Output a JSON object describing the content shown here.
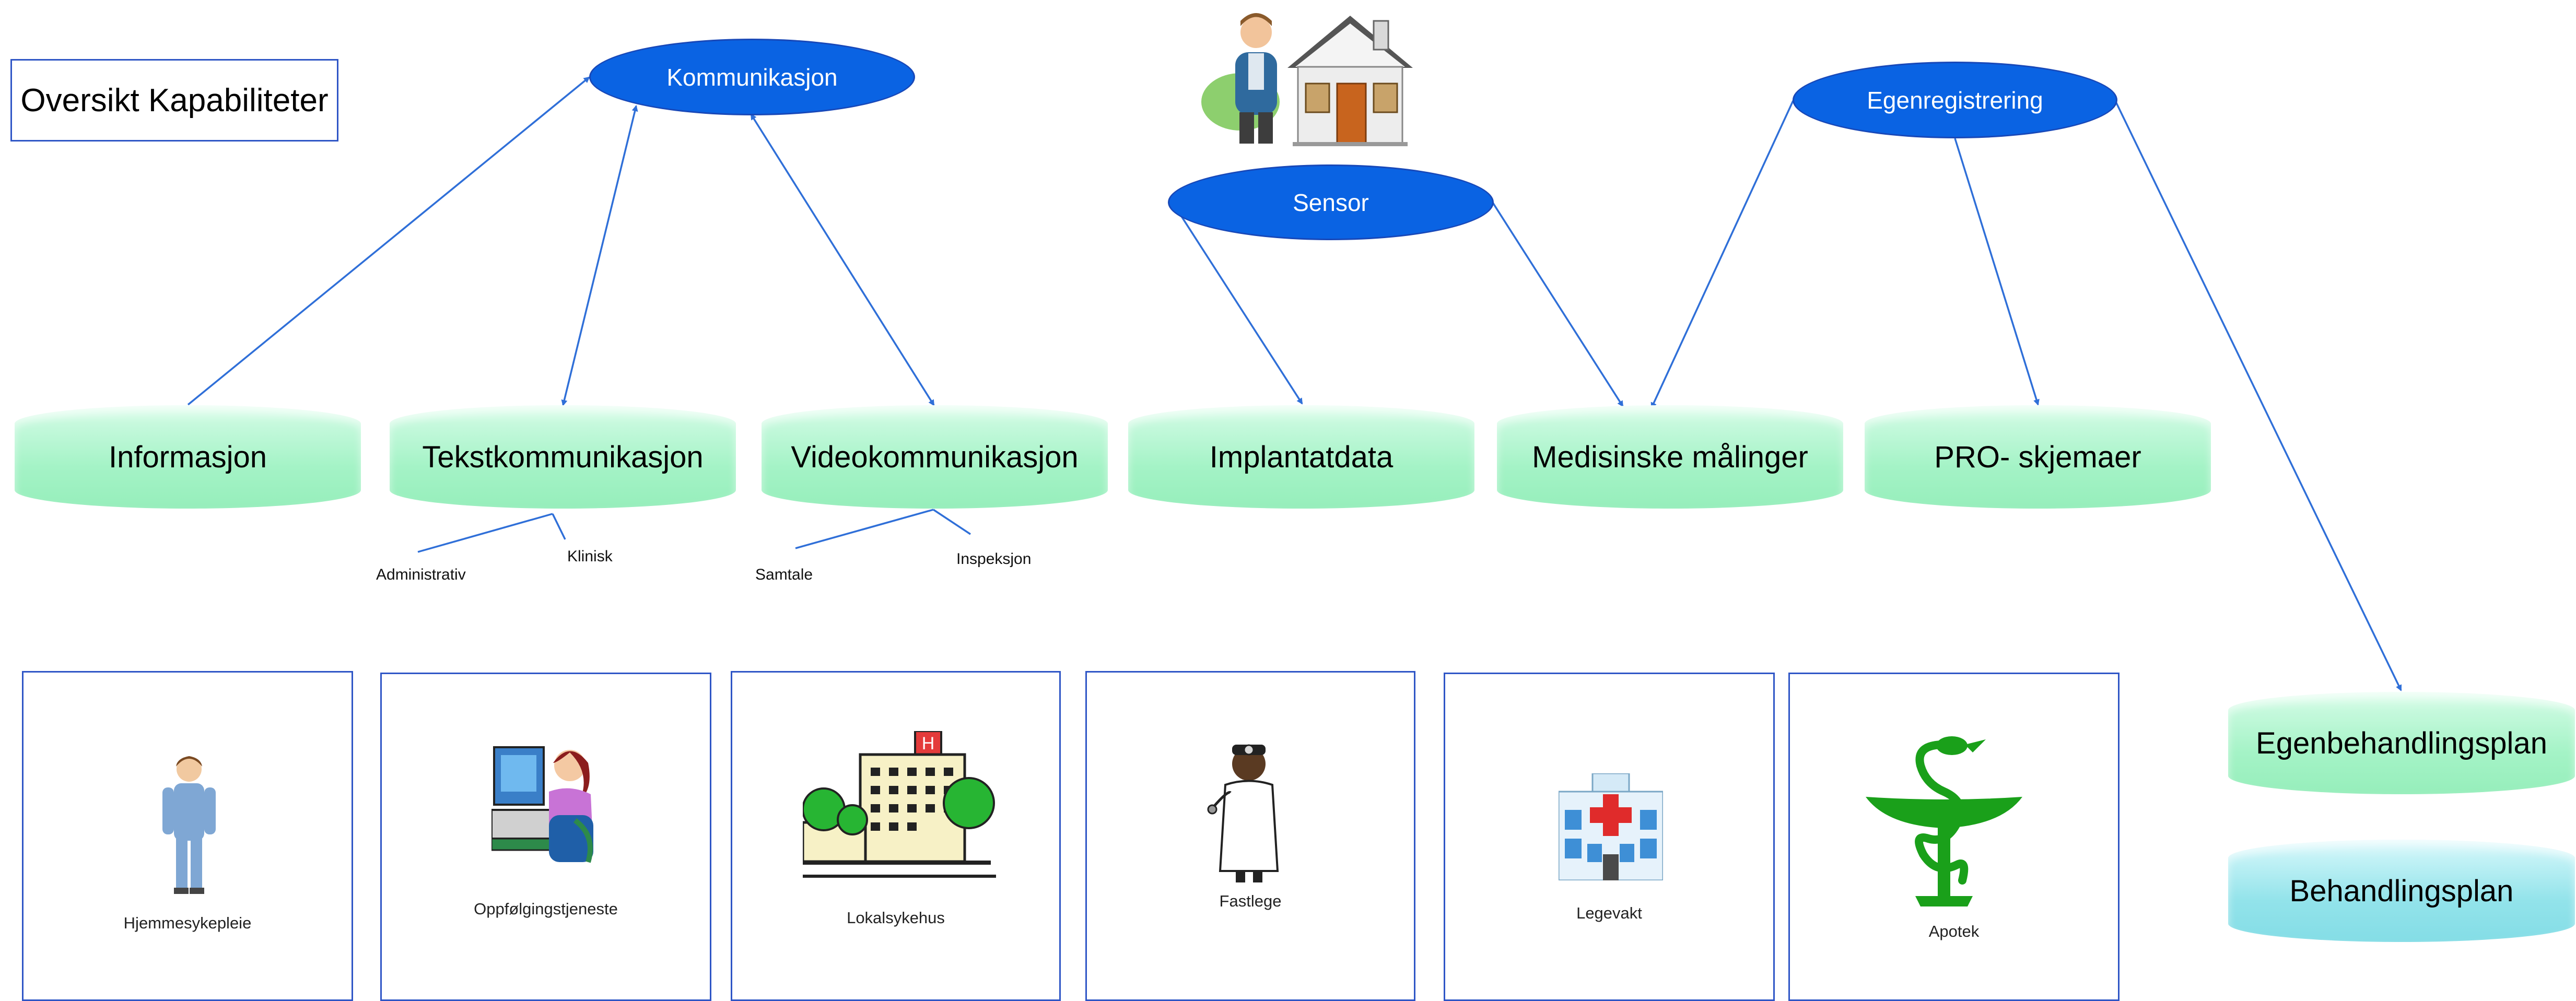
{
  "title": "Oversikt Kapabiliteter",
  "capability_sources": {
    "kommunikasjon": "Kommunikasjon",
    "sensor": "Sensor",
    "egenregistrering": "Egenregistrering"
  },
  "capabilities": {
    "informasjon": "Informasjon",
    "tekstkommunikasjon": "Tekstkommunikasjon",
    "videokommunikasjon": "Videokommunikasjon",
    "implantatdata": "Implantatdata",
    "medisinske_malinger": "Medisinske målinger",
    "pro_skjemaer": "PRO- skjemaer"
  },
  "subtypes": {
    "tekst_administrativ": "Administrativ",
    "tekst_klinisk": "Klinisk",
    "video_samtale": "Samtale",
    "video_inspeksjon": "Inspeksjon"
  },
  "plans": {
    "egenbehandlingsplan": "Egenbehandlingsplan",
    "behandlingsplan": "Behandlingsplan"
  },
  "care_locations": {
    "hjemmesykepleie": "Hjemmesykepleie",
    "oppfolgingstjeneste": "Oppfølgingstjeneste",
    "lokalsykehus": "Lokalsykehus",
    "fastlege": "Fastlege",
    "legevakt": "Legevakt",
    "apotek": "Apotek"
  },
  "colors": {
    "ellipse_fill": "#0a63e3",
    "cylinder_green": "#a4f3c6",
    "cylinder_blue": "#92e3ea",
    "connector": "#2f6fd8",
    "box_border": "#2f56c6"
  },
  "icons": {
    "home": "patient-home-icon",
    "nurse": "nurse-icon",
    "operator": "computer-operator-icon",
    "hospital": "hospital-building-icon",
    "doctor": "doctor-icon",
    "emergency": "emergency-clinic-icon",
    "pharmacy": "pharmacy-symbol-icon"
  }
}
